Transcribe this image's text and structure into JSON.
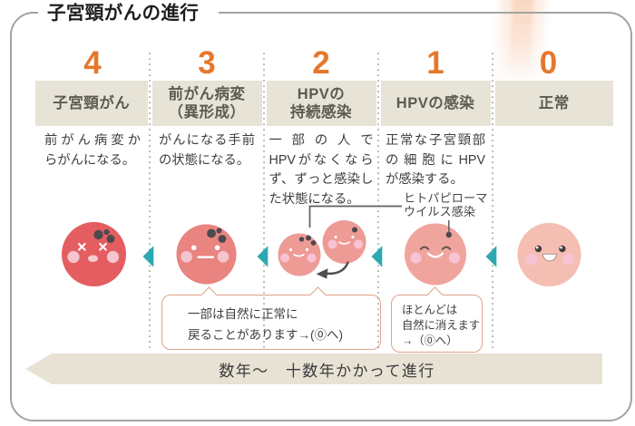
{
  "title": "子宮頸がんの進行",
  "stages": [
    {
      "number": "4",
      "header_lines": [
        "子宮頸がん"
      ],
      "description_lines": [
        "前がん病変か",
        "らがんになる。"
      ],
      "face": "cancer-cell"
    },
    {
      "number": "3",
      "header_lines": [
        "前がん病変",
        "（異形成）"
      ],
      "description_lines": [
        "がんになる手前",
        "の状態になる。"
      ],
      "face": "precancer-cell"
    },
    {
      "number": "2",
      "header_lines": [
        "HPVの",
        "持続感染"
      ],
      "description_lines": [
        "一部の人で",
        "HPVがなくなら",
        "ず、ずっと感染し",
        "た状態になる。"
      ],
      "face": "persistent-infection-cells"
    },
    {
      "number": "1",
      "header_lines": [
        "HPVの感染"
      ],
      "description_lines": [
        "正常な子宮頸部",
        "の細胞にHPV",
        "が感染する。"
      ],
      "face": "infected-cell"
    },
    {
      "number": "0",
      "header_lines": [
        "正常"
      ],
      "description_lines": [],
      "face": "normal-cell"
    }
  ],
  "virus_label_lines": [
    "ヒトパピローマ",
    "ウイルス感染"
  ],
  "bubbles": [
    {
      "lines": [
        "一部は自然に正常に",
        "戻ることがあります→(⓪へ)"
      ]
    },
    {
      "lines": [
        "ほとんどは",
        "自然に消えます",
        "→（⓪へ）"
      ]
    }
  ],
  "banner_text": "数年〜　十数年かかって進行",
  "colors": {
    "accent_orange": "#e5772c",
    "band_beige": "#e7e3d6",
    "banner_beige": "#e7e2d4",
    "card_border": "#a3a3a3",
    "bubble_border": "#dfa28b",
    "teal": "#2ea8b0",
    "text_dark": "#3e3e3e",
    "header_text": "#5c5a52",
    "face_stage4": "#e45e61",
    "face_stage3": "#e98480",
    "face_stage2": "#ee9b95",
    "face_stage1": "#f0a49e",
    "face_stage0": "#f4beb3"
  }
}
